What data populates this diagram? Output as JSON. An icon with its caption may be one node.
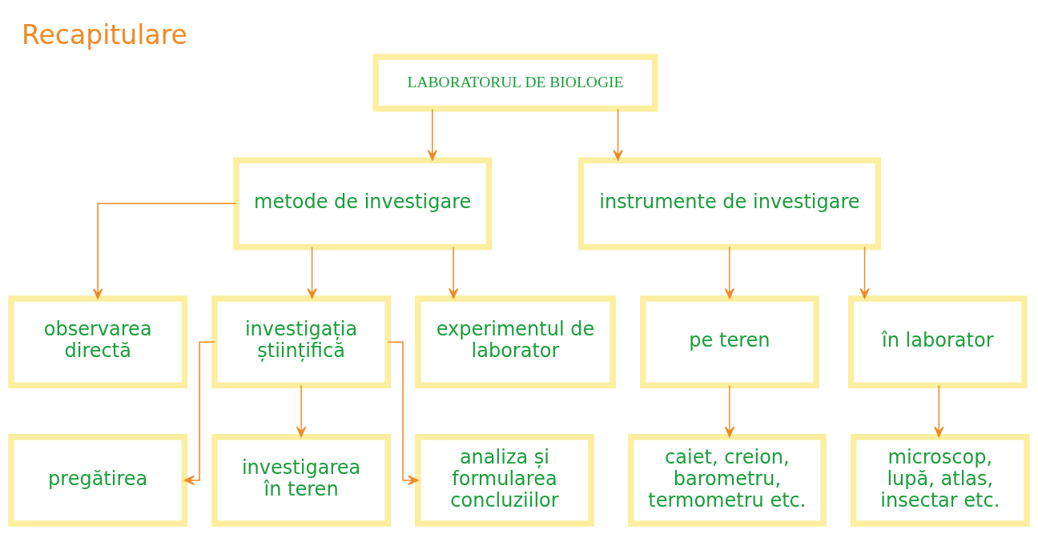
{
  "diagram": {
    "title": "Recapitulare",
    "nodes": [
      {
        "text": [
          "LABORATORUL DE BIOLOGIE"
        ]
      },
      {
        "text": [
          "metode de investigare"
        ]
      },
      {
        "text": [
          "instrumente de investigare"
        ]
      },
      {
        "text": [
          "observarea directă"
        ]
      },
      {
        "text": [
          "investigația științifică"
        ]
      },
      {
        "text": [
          "experimentul de laborator"
        ]
      },
      {
        "text": [
          "pe teren"
        ]
      },
      {
        "text": [
          "în laborator"
        ]
      },
      {
        "text": [
          "pregătirea"
        ]
      },
      {
        "text": [
          "investigarea în teren"
        ]
      },
      {
        "text": [
          "analiza și formularea concluziilor"
        ]
      },
      {
        "text": [
          "caiet, creion, barometru, termometru etc."
        ]
      },
      {
        "text": [
          "microscop, lupă, atlas, insectar etc."
        ]
      }
    ],
    "edges": [
      {
        "from": 0,
        "to": 1,
        "arrow": "to"
      },
      {
        "from": 0,
        "to": 2,
        "arrow": "to"
      },
      {
        "from": 1,
        "to": 3,
        "arrow": "to"
      },
      {
        "from": 1,
        "to": 4,
        "arrow": "to"
      },
      {
        "from": 1,
        "to": 5,
        "arrow": "to"
      },
      {
        "from": 2,
        "to": 6,
        "arrow": "to"
      },
      {
        "from": 2,
        "to": 7,
        "arrow": "to"
      },
      {
        "from": 4,
        "to": 8,
        "arrow": "to"
      },
      {
        "from": 4,
        "to": 9,
        "arrow": "to"
      },
      {
        "from": 4,
        "to": 10,
        "arrow": "to"
      },
      {
        "from": 6,
        "to": 11,
        "arrow": "to"
      },
      {
        "from": 7,
        "to": 12,
        "arrow": "to"
      }
    ]
  }
}
